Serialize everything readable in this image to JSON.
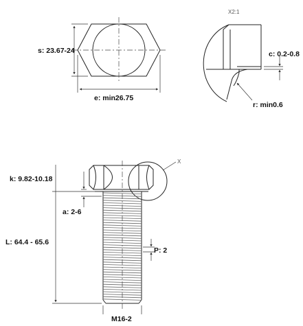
{
  "top_view": {
    "s_label": "s: 23.67-24",
    "e_label": "e: min26.75"
  },
  "detail_x": {
    "scale_label": "X2:1",
    "c_label": "c: 0.2-0.8",
    "r_label": "r: min0.6"
  },
  "side_view": {
    "detail_callout": "X",
    "k_label": "k: 9.82-10.18",
    "a_label": "a: 2-6",
    "l_label": "L: 64.4 - 65.6",
    "p_label": "P: 2",
    "thread_label": "M16-2"
  },
  "colors": {
    "line": "#333333",
    "outline": "#222222",
    "text": "#111111",
    "hatch": "#666666"
  }
}
